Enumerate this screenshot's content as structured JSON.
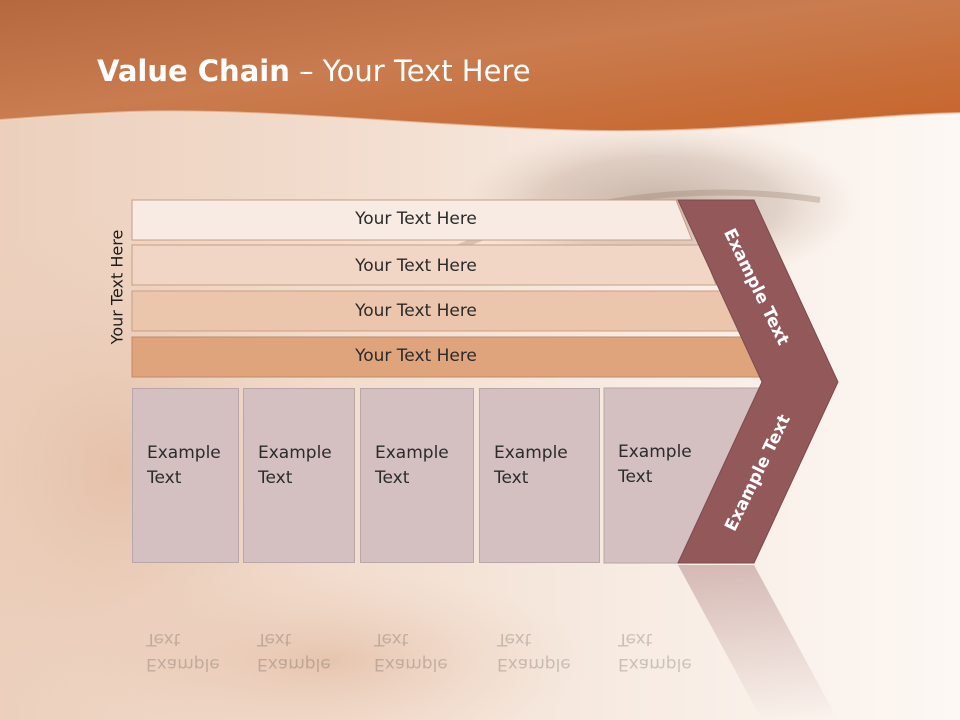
{
  "slide": {
    "title_bold": "Value Chain",
    "title_rest": " – Your Text Here",
    "side_label": "Your Text Here",
    "bars": [
      {
        "label": "Your Text Here"
      },
      {
        "label": "Your Text Here"
      },
      {
        "label": "Your Text Here"
      },
      {
        "label": "Your Text Here"
      }
    ],
    "columns": [
      {
        "text": "Example\nText"
      },
      {
        "text": "Example\nText"
      },
      {
        "text": "Example\nText"
      },
      {
        "text": "Example\nText"
      },
      {
        "text": "Example\nText"
      }
    ],
    "chevron_top_label": "Example Text",
    "chevron_bottom_label": "Example Text"
  },
  "colors": {
    "header": "#c8703d",
    "bar_1": "#f7ebe3",
    "bar_2": "#f1d6c6",
    "bar_3": "#ebc6ad",
    "bar_4": "#e0a47c",
    "column_fill": "#d4c0c1",
    "chevron": "#93585a"
  }
}
